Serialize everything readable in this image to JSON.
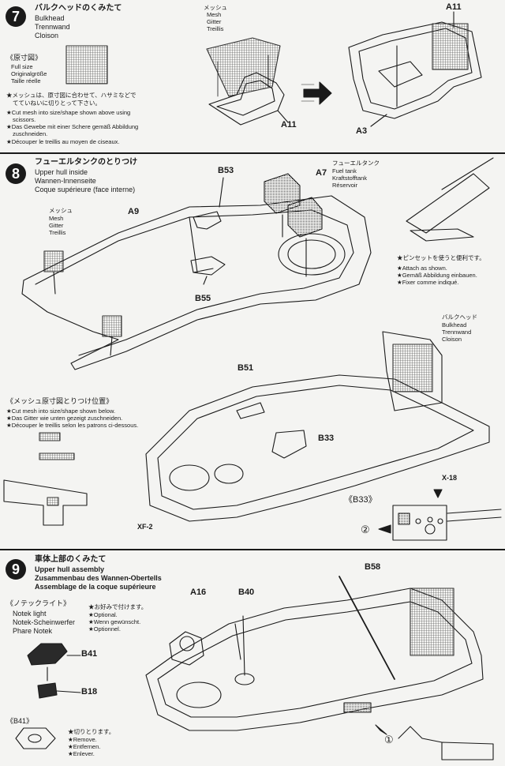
{
  "step7": {
    "num": "7",
    "title_jp": "バルクヘッドのくみたて",
    "title_en": "Bulkhead",
    "title_de": "Trennwand",
    "title_fr": "Cloison",
    "fullsize_head": "《原寸図》",
    "fullsize_en": "Full size",
    "fullsize_de": "Originalgröße",
    "fullsize_fr": "Taille réelle",
    "note_jp1": "★メッシュは、原寸図に合わせて、ハサミなどで",
    "note_jp2": "てていねいに切りとって下さい。",
    "note_en1": "★Cut mesh into size/shape shown above using",
    "note_en2": "scissors.",
    "note_de1": "★Das Gewebe mit einer Schere gemäß Abbildung",
    "note_de2": "zuschneiden.",
    "note_fr": "★Découper le treillis au moyen de ciseaux.",
    "mesh_jp": "メッシュ",
    "mesh_en": "Mesh",
    "mesh_de": "Gitter",
    "mesh_fr": "Treillis",
    "part_a11_a": "A11",
    "part_a11_b": "A11",
    "part_a3": "A3"
  },
  "step8": {
    "num": "8",
    "title_jp": "フューエルタンクのとりつけ",
    "title_en": "Upper hull inside",
    "title_de": "Wannen-Innenseite",
    "title_fr": "Coque supérieure (face interne)",
    "mesh_jp": "メッシュ",
    "mesh_en": "Mesh",
    "mesh_de": "Gitter",
    "mesh_fr": "Treillis",
    "fuel_jp": "フューエルタンク",
    "fuel_en": "Fuel tank",
    "fuel_de": "Kraftstofftank",
    "fuel_fr": "Réservoir",
    "part_b53": "B53",
    "part_a7": "A7",
    "part_a9": "A9",
    "part_b55": "B55",
    "part_b51": "B51",
    "part_b33": "B33",
    "part_xf2": "XF-2",
    "part_x18": "X-18",
    "b33_label": "《B33》",
    "circle2": "②",
    "tweezer_jp": "★ピンセットを使うと便利です。",
    "tweezer_en": "★Attach as shown.",
    "tweezer_de": "★Gemäß Abbildung einbauen.",
    "tweezer_fr": "★Fixer comme indiqué.",
    "bulk_jp": "バルクヘッド",
    "bulk_en": "Bulkhead",
    "bulk_de": "Trennwand",
    "bulk_fr": "Cloison",
    "meshpos_jp": "《メッシュ原寸図とりつけ位置》",
    "meshpos_en": "★Cut mesh into size/shape shown below.",
    "meshpos_de": "★Das Gitter wie unten gezeigt zuschneiden.",
    "meshpos_fr": "★Découper le treillis selon les patrons ci-dessous."
  },
  "step9": {
    "num": "9",
    "title_jp": "車体上部のくみたて",
    "title_en": "Upper hull assembly",
    "title_de": "Zusammenbau des Wannen-Obertells",
    "title_fr": "Assemblage de la coque supérieure",
    "notek_head": "《ノテックライト》",
    "notek_en": "Notek light",
    "notek_de": "Notek-Scheinwerfer",
    "notek_fr": "Phare Notek",
    "opt_jp": "★お好みで付けます。",
    "opt_en": "★Optional.",
    "opt_de": "★Wenn gewünscht.",
    "opt_fr": "★Optionnel.",
    "b41_head": "《B41》",
    "cut_jp": "★切りとります。",
    "cut_en": "★Remove.",
    "cut_de": "★Entfernen.",
    "cut_fr": "★Enlever.",
    "part_b41": "B41",
    "part_b18": "B18",
    "part_a16": "A16",
    "part_b40": "B40",
    "part_b58": "B58",
    "circle1": "①"
  },
  "colors": {
    "ink": "#1a1a1a",
    "paper": "#f4f4f2"
  }
}
